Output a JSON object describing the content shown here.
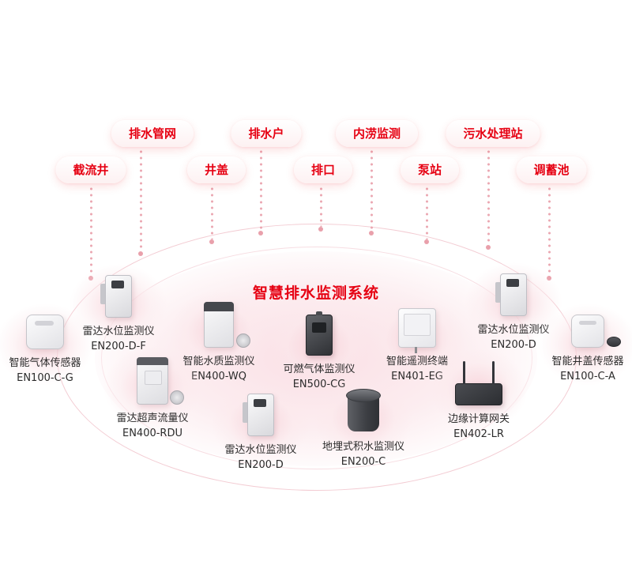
{
  "title": "智慧排水监测系统",
  "colors": {
    "accent": "#e60012",
    "pill_background": "#fdf1f2",
    "connector_pink": "#eba8b2",
    "ellipse_fill": "#fbe4e8",
    "label_text": "#2b2b2b"
  },
  "pills": [
    {
      "id": "drain-network",
      "label": "排水管网"
    },
    {
      "id": "drain-household",
      "label": "排水户"
    },
    {
      "id": "waterlogging-monitoring",
      "label": "内涝监测"
    },
    {
      "id": "sewage-treatment-station",
      "label": "污水处理站"
    },
    {
      "id": "interception-well",
      "label": "截流井"
    },
    {
      "id": "manhole-cover",
      "label": "井盖"
    },
    {
      "id": "outfall",
      "label": "排口"
    },
    {
      "id": "pump-station",
      "label": "泵站"
    },
    {
      "id": "storage-tank",
      "label": "调蓄池"
    }
  ],
  "devices": [
    {
      "name": "智能气体传感器",
      "model": "EN100-C-G",
      "icon": "smart-gas-sensor"
    },
    {
      "name": "雷达水位监测仪",
      "model": "EN200-D-F",
      "icon": "radar-level-meter"
    },
    {
      "name": "智能水质监测仪",
      "model": "EN400-WQ",
      "icon": "water-quality-monitor"
    },
    {
      "name": "可燃气体监测仪",
      "model": "EN500-CG",
      "icon": "combustible-gas-monitor"
    },
    {
      "name": "智能遥测终端",
      "model": "EN401-EG",
      "icon": "telemetry-terminal"
    },
    {
      "name": "雷达水位监测仪",
      "model": "EN200-D",
      "icon": "radar-level-meter"
    },
    {
      "name": "智能井盖传感器",
      "model": "EN100-C-A",
      "icon": "manhole-cover-sensor"
    },
    {
      "name": "雷达超声流量仪",
      "model": "EN400-RDU",
      "icon": "ultrasonic-flow-meter"
    },
    {
      "name": "雷达水位监测仪",
      "model": "EN200-D",
      "icon": "radar-level-meter"
    },
    {
      "name": "地埋式积水监测仪",
      "model": "EN200-C",
      "icon": "buried-water-monitor"
    },
    {
      "name": "边缘计算网关",
      "model": "EN402-LR",
      "icon": "edge-gateway"
    }
  ]
}
